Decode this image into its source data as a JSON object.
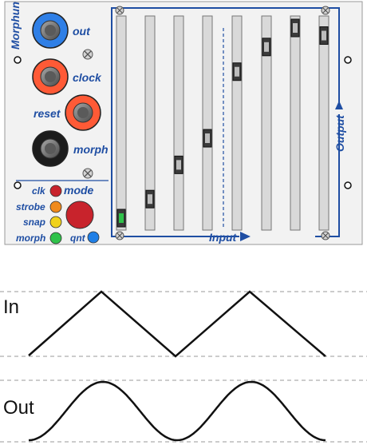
{
  "module": {
    "title": "Morphun",
    "jacks": [
      {
        "label": "out",
        "ring": "#2f7fe6",
        "text_side": "right"
      },
      {
        "label": "clock",
        "ring": "#ff5a36",
        "text_side": "right"
      },
      {
        "label": "reset",
        "ring": "#ff5a36",
        "text_side": "left"
      },
      {
        "label": "morph",
        "ring": "#1c1c1c",
        "text_side": "right"
      }
    ],
    "lights": [
      {
        "label": "clk",
        "color": "#c8232c"
      },
      {
        "label": "strobe",
        "color": "#f08a1c"
      },
      {
        "label": "snap",
        "color": "#f0d21c"
      },
      {
        "label": "morph",
        "color": "#2fc24a"
      }
    ],
    "mode_button_label": "mode",
    "mode_button_color": "#c8232c",
    "qnt_label": "qnt",
    "qnt_color": "#1f7fe6",
    "input_label": "Input",
    "output_label": "Output",
    "slider_levels": [
      0.0,
      0.1,
      0.28,
      0.42,
      0.77,
      0.9,
      1.0,
      0.96
    ],
    "active_slider_color": "#2fc24a",
    "panel_color": "#f2f2f2",
    "accent": "#1f4ea3"
  },
  "waves": {
    "in_label": "In",
    "out_label": "Out"
  }
}
